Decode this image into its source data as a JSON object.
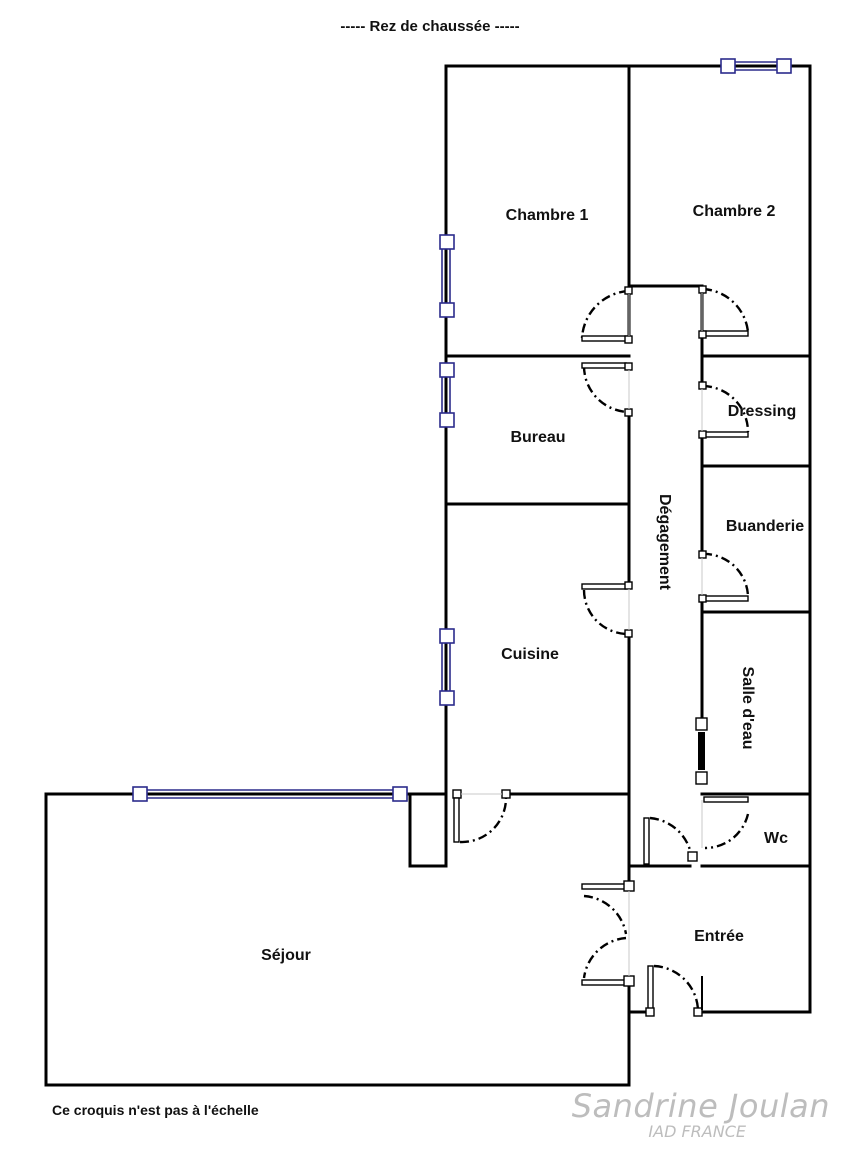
{
  "floor_title": "-----   Rez de chaussée   -----",
  "rooms": {
    "chambre1": "Chambre 1",
    "chambre2": "Chambre 2",
    "bureau": "Bureau",
    "dressing": "Dressing",
    "degagement": "Dégagement",
    "buanderie": "Buanderie",
    "cuisine": "Cuisine",
    "salle_eau": "Salle d'eau",
    "wc": "Wc",
    "entree": "Entrée",
    "sejour": "Séjour"
  },
  "note": "Ce croquis n'est pas à l'échelle",
  "branding": {
    "name": "Sandrine Joulan",
    "network": "IAD FRANCE"
  },
  "colors": {
    "wall": "#000000",
    "window": "#2b2b8c",
    "watermark": "#bdbdbd"
  }
}
